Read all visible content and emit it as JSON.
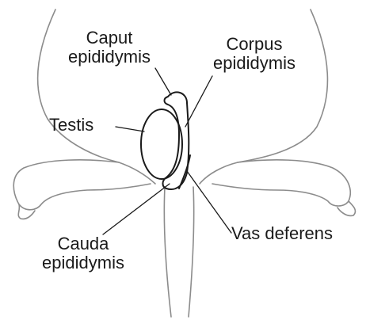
{
  "diagram": {
    "labels": {
      "caput": {
        "line1": "Caput",
        "line2": "epididymis"
      },
      "corpus": {
        "line1": "Corpus",
        "line2": "epididymis"
      },
      "testis": "Testis",
      "cauda": {
        "line1": "Cauda",
        "line2": "epididymis"
      },
      "vas_deferens": "Vas deferens"
    },
    "colors": {
      "ink": "#1a1a1a",
      "outline": "#8c8c8c",
      "background": "#ffffff"
    }
  }
}
